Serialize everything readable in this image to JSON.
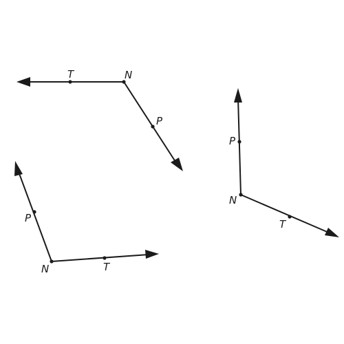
{
  "angles": [
    {
      "id": "angle-1",
      "vertex": "N",
      "point_a": "T",
      "point_b": "P"
    },
    {
      "id": "angle-2",
      "vertex": "N",
      "point_a": "P",
      "point_b": "T"
    },
    {
      "id": "angle-3",
      "vertex": "N",
      "point_a": "P",
      "point_b": "T"
    }
  ],
  "colors": {
    "ink": "#1b1b1b",
    "background": "#ffffff"
  }
}
